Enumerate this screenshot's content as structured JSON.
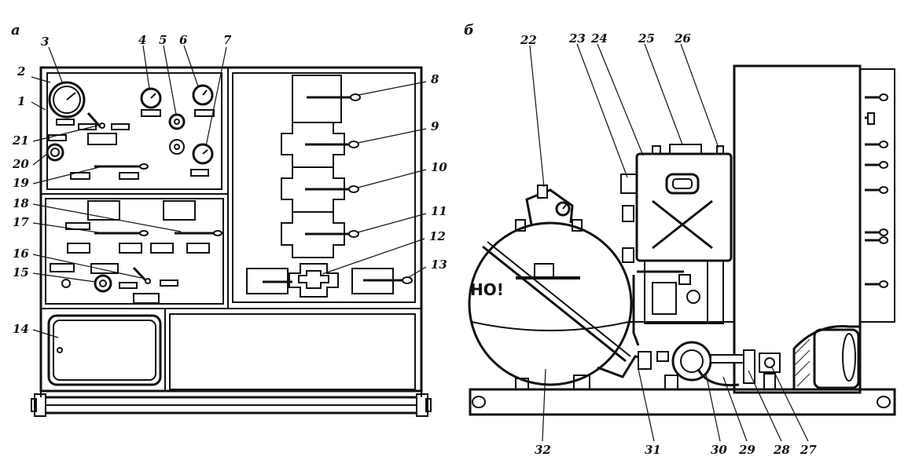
{
  "panel_labels": {
    "left": "а",
    "right": "б"
  },
  "left_view_callouts": [
    "1",
    "2",
    "3",
    "4",
    "5",
    "6",
    "7",
    "8",
    "9",
    "10",
    "11",
    "12",
    "13",
    "14",
    "15",
    "16",
    "17",
    "18",
    "19",
    "20",
    "21"
  ],
  "right_view_callouts": [
    "22",
    "23",
    "24",
    "25",
    "26",
    "27",
    "28",
    "29",
    "30",
    "31",
    "32"
  ],
  "tank_stamp": "НО!"
}
